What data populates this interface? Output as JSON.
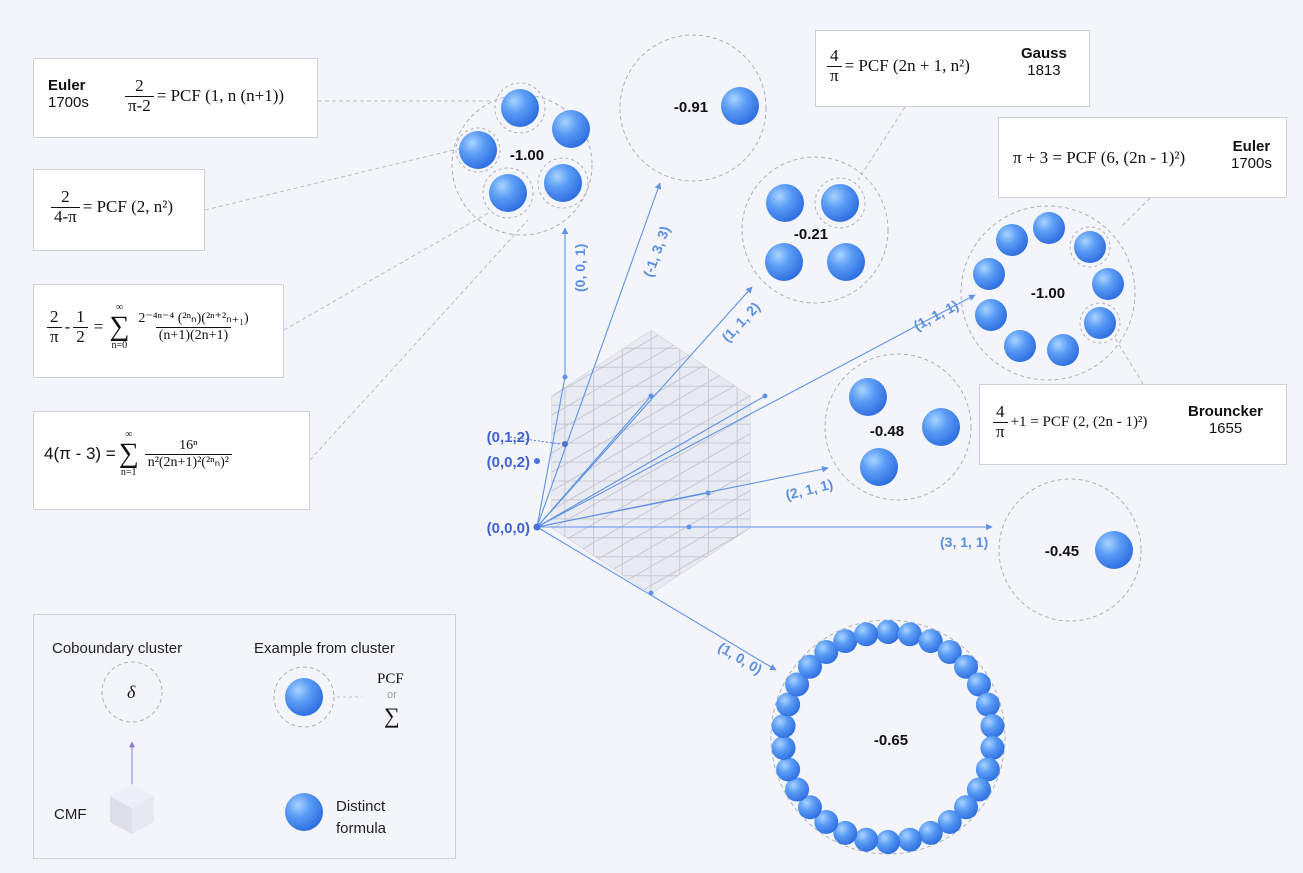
{
  "clusters": [
    {
      "id": "c1",
      "value": "-1.00"
    },
    {
      "id": "c2",
      "value": "-0.91"
    },
    {
      "id": "c3",
      "value": "-0.21"
    },
    {
      "id": "c4",
      "value": "-1.00"
    },
    {
      "id": "c5",
      "value": "-0.48"
    },
    {
      "id": "c6",
      "value": "-0.45"
    },
    {
      "id": "c7",
      "value": "-0.65"
    }
  ],
  "directions": {
    "d001": "(0, 0, 1)",
    "dm133": "(-1, 3, 3)",
    "d112": "(1, 1, 2)",
    "d111": "(1, 1, 1)",
    "d211": "(2, 1, 1)",
    "d311": "(3, 1, 1)",
    "d100": "(1, 0, 0)"
  },
  "points": {
    "p012": "(0,1,2)",
    "p002": "(0,0,2)",
    "p000": "(0,0,0)"
  },
  "formulas": {
    "euler1": {
      "author": "Euler",
      "year": "1700s",
      "num": "2",
      "den": "π-2",
      "rhs": "= PCF (1, n (n+1))"
    },
    "f2": {
      "num": "2",
      "den": "4-π",
      "rhs": "= PCF (2, n²)"
    },
    "f3": {
      "lhs1": "2",
      "lhsden1": "π",
      "minus": "-",
      "lhs2": "1",
      "lhsden2": "2",
      "eq": "=",
      "sum_top": "∞",
      "sum_sym": "∑",
      "sum_bot": "n=0",
      "num": "2⁻⁴ⁿ⁻⁴ (²ⁿₙ)(²ⁿ⁺²ₙ₊₁)",
      "den": "(n+1)(2n+1)"
    },
    "f4": {
      "lhs": "4(π - 3) =",
      "sum_top": "∞",
      "sum_sym": "∑",
      "sum_bot": "n=1",
      "num": "16ⁿ",
      "den": "n²(2n+1)²(²ⁿₙ)²"
    },
    "gauss": {
      "num": "4",
      "den": "π",
      "rhs": "= PCF (2n + 1, n²)",
      "author": "Gauss",
      "year": "1813"
    },
    "euler2": {
      "lhs": "π + 3 = PCF (6, (2n - 1)²)",
      "author": "Euler",
      "year": "1700s"
    },
    "brouncker": {
      "num": "4",
      "den": "π",
      "rhs": "+1 = PCF (2, (2n - 1)²)",
      "author": "Brouncker",
      "year": "1655"
    }
  },
  "legend": {
    "coboundary_label": "Coboundary cluster",
    "delta": "δ",
    "example_label": "Example from cluster",
    "pcf": "PCF",
    "or": "or",
    "sum": "∑",
    "cmf": "CMF",
    "distinct1": "Distinct",
    "distinct2": "formula"
  },
  "colors": {
    "accent": "#4a6fe0",
    "arrow": "#5f93e6",
    "sphere": "#4b8ef0",
    "label": "#5b8fe0"
  }
}
